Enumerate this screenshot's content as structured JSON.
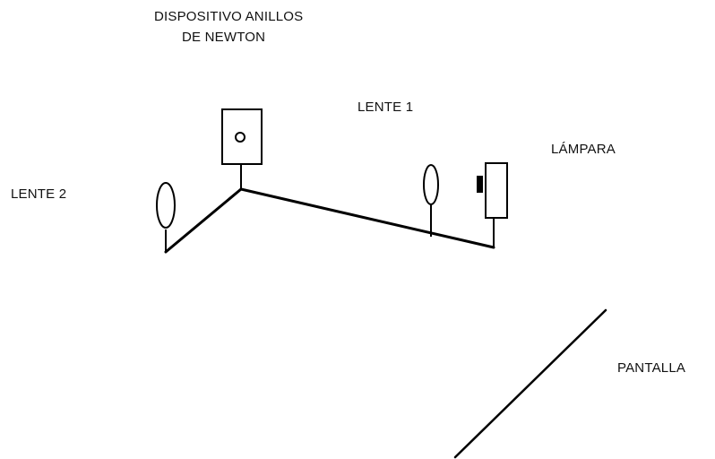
{
  "labels": {
    "device_line1": "DISPOSITIVO ANILLOS",
    "device_line2": "DE NEWTON",
    "lens1": "LENTE 1",
    "lamp": "LÁMPARA",
    "lens2": "LENTE 2",
    "screen": "PANTALLA"
  },
  "colors": {
    "line": "#000000",
    "background": "#ffffff",
    "text": "#111111"
  }
}
